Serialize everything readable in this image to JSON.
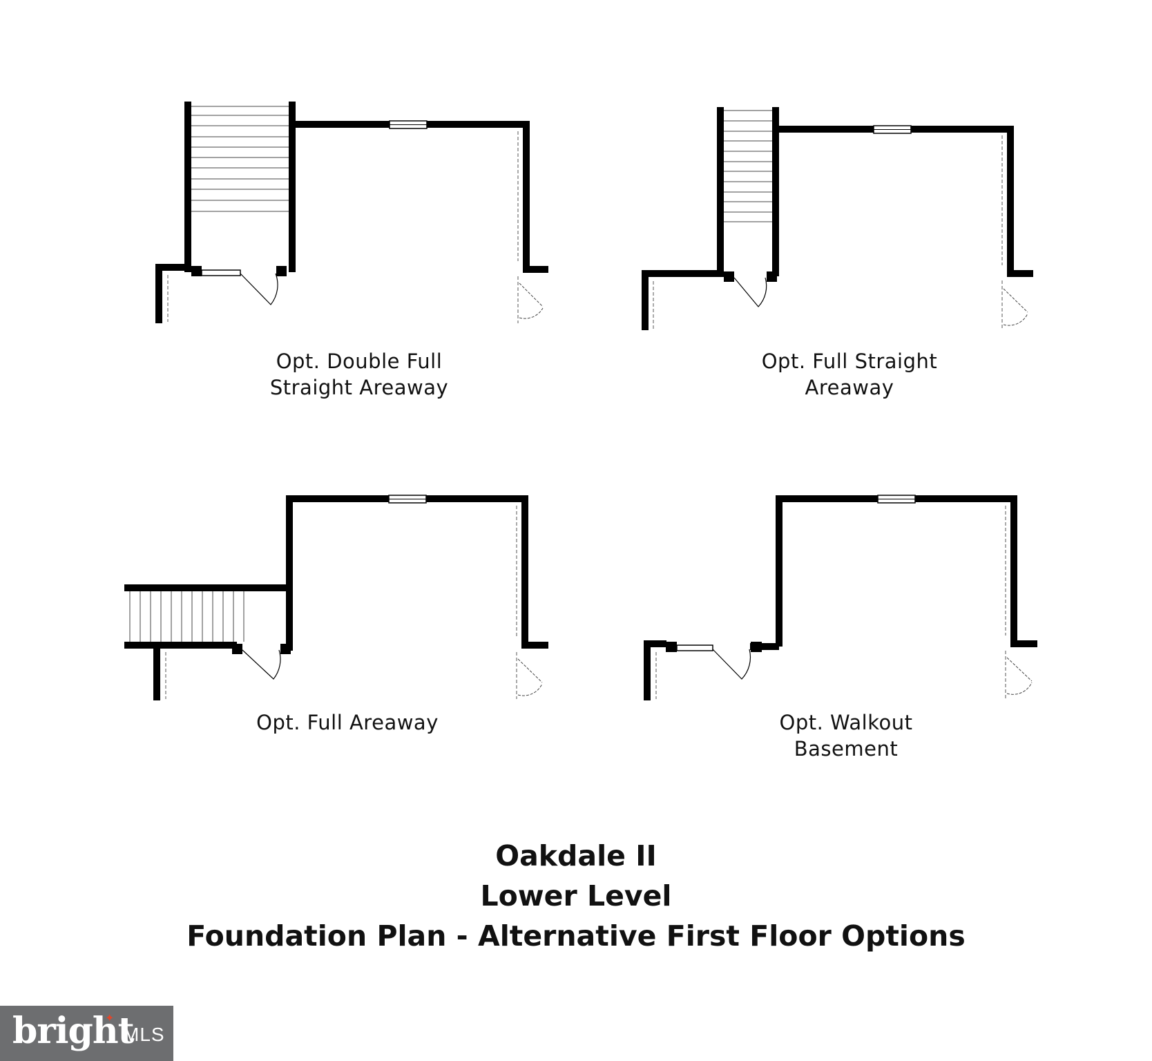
{
  "plans": [
    {
      "label_line1": "Opt. Double Full",
      "label_line2": "Straight Areaway"
    },
    {
      "label_line1": "Opt. Full Straight",
      "label_line2": "Areaway"
    },
    {
      "label_line1": "Opt. Full Areaway",
      "label_line2": ""
    },
    {
      "label_line1": "Opt. Walkout",
      "label_line2": "Basement"
    }
  ],
  "title": {
    "line1": "Oakdale II",
    "line2": "Lower Level",
    "line3": "Foundation Plan - Alternative First Floor Options"
  },
  "watermark": {
    "brand": "bright",
    "suffix": "MLS"
  }
}
